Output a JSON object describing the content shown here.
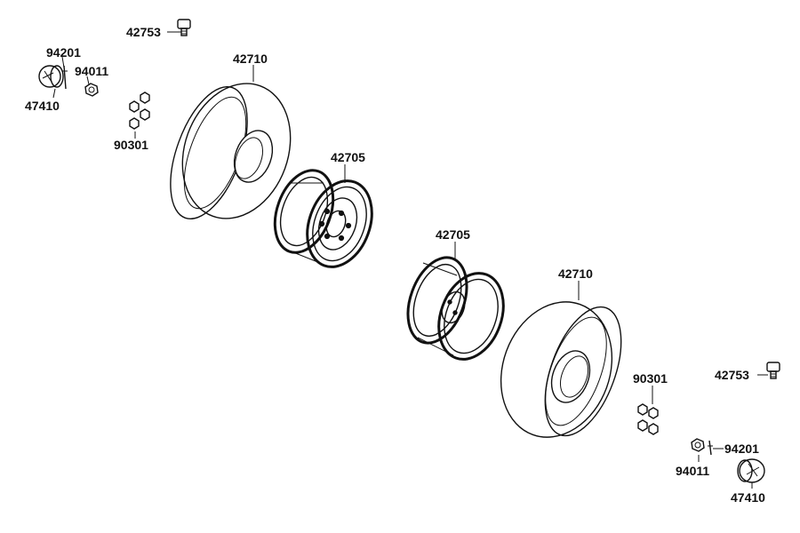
{
  "diagram": {
    "labels": {
      "valve_left": "42753",
      "washer_left": "94201",
      "nut_left": "94011",
      "cap_left": "47410",
      "tire_left": "42710",
      "nuts_left": "90301",
      "rim_left": "42705",
      "rim_right": "42705",
      "tire_right": "42710",
      "nuts_right": "90301",
      "valve_right": "42753",
      "washer_right": "94201",
      "nut_right": "94011",
      "cap_right": "47410"
    }
  }
}
